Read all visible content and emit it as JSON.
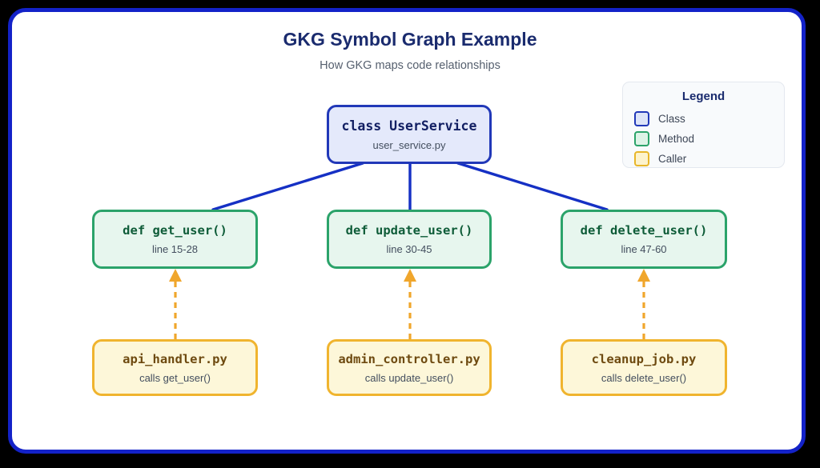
{
  "header": {
    "title": "GKG Symbol Graph Example",
    "subtitle": "How GKG maps code relationships"
  },
  "nodes": {
    "class_node": {
      "title": "class UserService",
      "subtitle": "user_service.py",
      "type": "class"
    },
    "methods": [
      {
        "title": "def get_user()",
        "subtitle": "line 15-28",
        "type": "method"
      },
      {
        "title": "def update_user()",
        "subtitle": "line 30-45",
        "type": "method"
      },
      {
        "title": "def delete_user()",
        "subtitle": "line 47-60",
        "type": "method"
      }
    ],
    "callers": [
      {
        "title": "api_handler.py",
        "subtitle": "calls get_user()",
        "type": "caller"
      },
      {
        "title": "admin_controller.py",
        "subtitle": "calls update_user()",
        "type": "caller"
      },
      {
        "title": "cleanup_job.py",
        "subtitle": "calls delete_user()",
        "type": "caller"
      }
    ]
  },
  "edges": [
    {
      "from": "class UserService",
      "to": "def get_user()",
      "style": "solid-blue"
    },
    {
      "from": "class UserService",
      "to": "def update_user()",
      "style": "solid-blue"
    },
    {
      "from": "class UserService",
      "to": "def delete_user()",
      "style": "solid-blue"
    },
    {
      "from": "api_handler.py",
      "to": "def get_user()",
      "style": "dashed-amber-arrow"
    },
    {
      "from": "admin_controller.py",
      "to": "def update_user()",
      "style": "dashed-amber-arrow"
    },
    {
      "from": "cleanup_job.py",
      "to": "def delete_user()",
      "style": "dashed-amber-arrow"
    }
  ],
  "legend": {
    "title": "Legend",
    "items": [
      {
        "label": "Class"
      },
      {
        "label": "Method"
      },
      {
        "label": "Caller"
      }
    ]
  },
  "colors": {
    "frame_blue": "#1322c8",
    "edge_blue": "#1530c4",
    "edge_amber": "#f0a62c",
    "class_border": "#2138b8",
    "class_fill": "#e4e9fb",
    "method_border": "#2ba36a",
    "method_fill": "#e7f6ee",
    "caller_border": "#f0b42e",
    "caller_fill": "#fdf7d9",
    "title_navy": "#1a2b6e"
  }
}
